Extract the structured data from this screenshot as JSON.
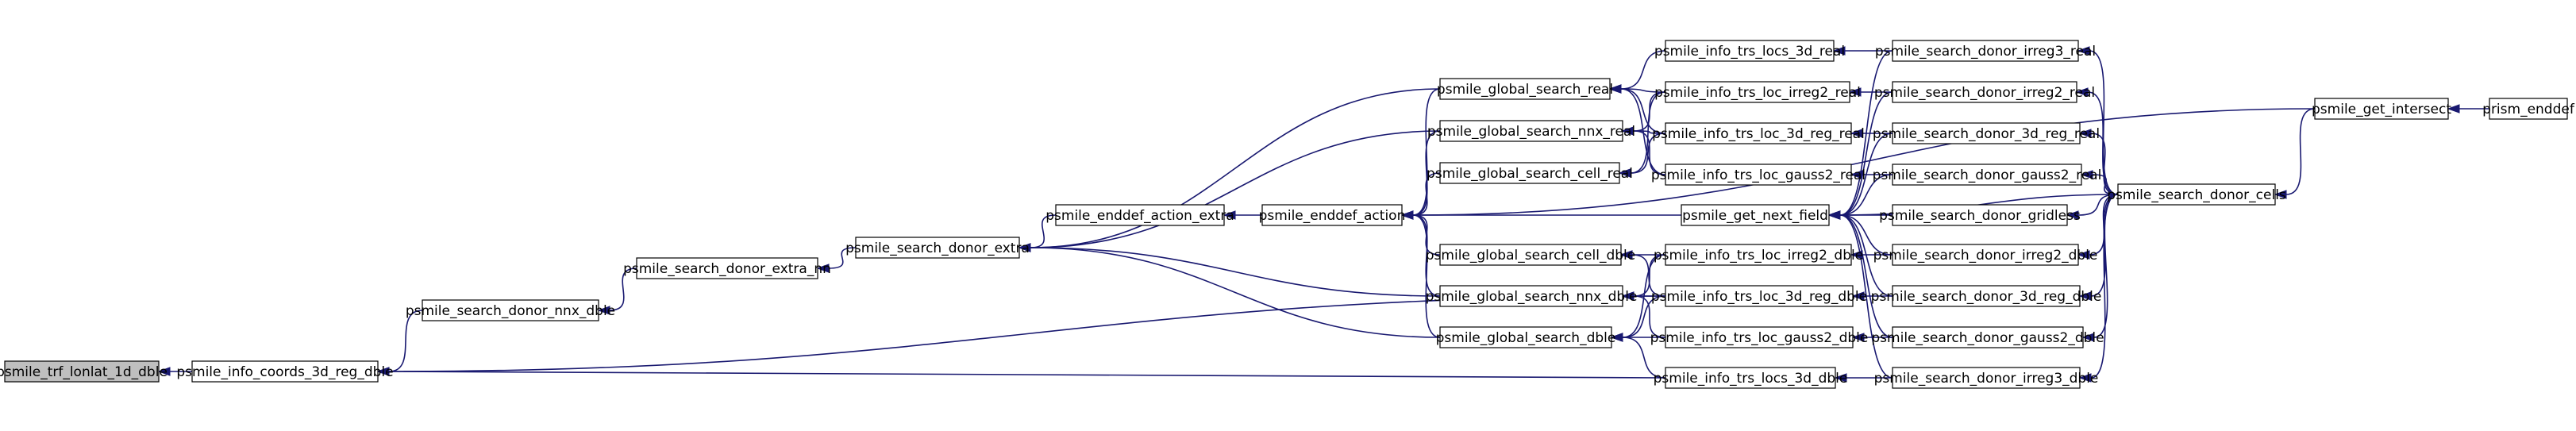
{
  "nodes": [
    {
      "id": "trf",
      "label": "psmile_trf_lonlat_1d_dble",
      "root": true
    },
    {
      "id": "coords",
      "label": "psmile_info_coords_3d_reg_dble"
    },
    {
      "id": "nnx_dble_sd",
      "label": "psmile_search_donor_nnx_dble"
    },
    {
      "id": "extra_nn",
      "label": "psmile_search_donor_extra_nn"
    },
    {
      "id": "extra",
      "label": "psmile_search_donor_extra"
    },
    {
      "id": "enddef_extra",
      "label": "psmile_enddef_action_extra"
    },
    {
      "id": "enddef_action",
      "label": "psmile_enddef_action"
    },
    {
      "id": "gs_real",
      "label": "psmile_global_search_real"
    },
    {
      "id": "gs_nnx_real",
      "label": "psmile_global_search_nnx_real"
    },
    {
      "id": "gs_cell_real",
      "label": "psmile_global_search_cell_real"
    },
    {
      "id": "gs_cell_dble",
      "label": "psmile_global_search_cell_dble"
    },
    {
      "id": "gs_nnx_dble",
      "label": "psmile_global_search_nnx_dble"
    },
    {
      "id": "gs_dble",
      "label": "psmile_global_search_dble"
    },
    {
      "id": "locs3d_real",
      "label": "psmile_info_trs_locs_3d_real"
    },
    {
      "id": "irreg2_real_i",
      "label": "psmile_info_trs_loc_irreg2_real"
    },
    {
      "id": "3dreg_real_i",
      "label": "psmile_info_trs_loc_3d_reg_real"
    },
    {
      "id": "gauss2_real_i",
      "label": "psmile_info_trs_loc_gauss2_real"
    },
    {
      "id": "next_field",
      "label": "psmile_get_next_field"
    },
    {
      "id": "irreg2_dble_i",
      "label": "psmile_info_trs_loc_irreg2_dble"
    },
    {
      "id": "3dreg_dble_i",
      "label": "psmile_info_trs_loc_3d_reg_dble"
    },
    {
      "id": "gauss2_dble_i",
      "label": "psmile_info_trs_loc_gauss2_dble"
    },
    {
      "id": "locs3d_dble",
      "label": "psmile_info_trs_locs_3d_dble"
    },
    {
      "id": "sd_irreg3_real",
      "label": "psmile_search_donor_irreg3_real"
    },
    {
      "id": "sd_irreg2_real",
      "label": "psmile_search_donor_irreg2_real"
    },
    {
      "id": "sd_3dreg_real",
      "label": "psmile_search_donor_3d_reg_real"
    },
    {
      "id": "sd_gauss2_real",
      "label": "psmile_search_donor_gauss2_real"
    },
    {
      "id": "sd_gridless",
      "label": "psmile_search_donor_gridless"
    },
    {
      "id": "sd_irreg2_dble",
      "label": "psmile_search_donor_irreg2_dble"
    },
    {
      "id": "sd_3dreg_dble",
      "label": "psmile_search_donor_3d_reg_dble"
    },
    {
      "id": "sd_gauss2_dble",
      "label": "psmile_search_donor_gauss2_dble"
    },
    {
      "id": "sd_irreg3_dble",
      "label": "psmile_search_donor_irreg3_dble"
    },
    {
      "id": "sd_cells",
      "label": "psmile_search_donor_cells"
    },
    {
      "id": "get_intersect",
      "label": "psmile_get_intersect"
    },
    {
      "id": "prism_enddef",
      "label": "prism_enddef"
    }
  ],
  "edges": [
    [
      "coords",
      "trf"
    ],
    [
      "nnx_dble_sd",
      "coords"
    ],
    [
      "3dreg_dble_i",
      "coords"
    ],
    [
      "locs3d_dble",
      "coords"
    ],
    [
      "extra_nn",
      "nnx_dble_sd"
    ],
    [
      "extra",
      "extra_nn"
    ],
    [
      "enddef_extra",
      "extra"
    ],
    [
      "gs_real",
      "extra"
    ],
    [
      "gs_nnx_real",
      "extra"
    ],
    [
      "gs_nnx_dble",
      "extra"
    ],
    [
      "gs_dble",
      "extra"
    ],
    [
      "enddef_action",
      "enddef_extra"
    ],
    [
      "gs_real",
      "enddef_action"
    ],
    [
      "gs_nnx_real",
      "enddef_action"
    ],
    [
      "gs_cell_real",
      "enddef_action"
    ],
    [
      "gs_cell_dble",
      "enddef_action"
    ],
    [
      "gs_nnx_dble",
      "enddef_action"
    ],
    [
      "gs_dble",
      "enddef_action"
    ],
    [
      "next_field",
      "enddef_action"
    ],
    [
      "get_intersect",
      "enddef_action"
    ],
    [
      "locs3d_real",
      "gs_real"
    ],
    [
      "irreg2_real_i",
      "gs_real"
    ],
    [
      "3dreg_real_i",
      "gs_real"
    ],
    [
      "gauss2_real_i",
      "gs_real"
    ],
    [
      "irreg2_real_i",
      "gs_nnx_real"
    ],
    [
      "3dreg_real_i",
      "gs_nnx_real"
    ],
    [
      "gauss2_real_i",
      "gs_nnx_real"
    ],
    [
      "irreg2_real_i",
      "gs_cell_real"
    ],
    [
      "3dreg_real_i",
      "gs_cell_real"
    ],
    [
      "irreg2_dble_i",
      "gs_cell_dble"
    ],
    [
      "3dreg_dble_i",
      "gs_cell_dble"
    ],
    [
      "irreg2_dble_i",
      "gs_nnx_dble"
    ],
    [
      "3dreg_dble_i",
      "gs_nnx_dble"
    ],
    [
      "gauss2_dble_i",
      "gs_nnx_dble"
    ],
    [
      "irreg2_dble_i",
      "gs_dble"
    ],
    [
      "3dreg_dble_i",
      "gs_dble"
    ],
    [
      "gauss2_dble_i",
      "gs_dble"
    ],
    [
      "locs3d_dble",
      "gs_dble"
    ],
    [
      "sd_irreg3_real",
      "locs3d_real"
    ],
    [
      "sd_irreg2_real",
      "irreg2_real_i"
    ],
    [
      "sd_3dreg_real",
      "3dreg_real_i"
    ],
    [
      "sd_gauss2_real",
      "gauss2_real_i"
    ],
    [
      "sd_irreg2_dble",
      "irreg2_dble_i"
    ],
    [
      "sd_3dreg_dble",
      "3dreg_dble_i"
    ],
    [
      "sd_gauss2_dble",
      "gauss2_dble_i"
    ],
    [
      "sd_irreg3_dble",
      "locs3d_dble"
    ],
    [
      "sd_irreg3_real",
      "next_field"
    ],
    [
      "sd_irreg2_real",
      "next_field"
    ],
    [
      "sd_3dreg_real",
      "next_field"
    ],
    [
      "sd_gauss2_real",
      "next_field"
    ],
    [
      "sd_gridless",
      "next_field"
    ],
    [
      "sd_irreg2_dble",
      "next_field"
    ],
    [
      "sd_3dreg_dble",
      "next_field"
    ],
    [
      "sd_gauss2_dble",
      "next_field"
    ],
    [
      "sd_irreg3_dble",
      "next_field"
    ],
    [
      "sd_cells",
      "next_field"
    ],
    [
      "sd_cells",
      "sd_irreg3_real"
    ],
    [
      "sd_cells",
      "sd_irreg2_real"
    ],
    [
      "sd_cells",
      "sd_3dreg_real"
    ],
    [
      "sd_cells",
      "sd_gauss2_real"
    ],
    [
      "sd_cells",
      "sd_gridless"
    ],
    [
      "sd_cells",
      "sd_irreg2_dble"
    ],
    [
      "sd_cells",
      "sd_3dreg_dble"
    ],
    [
      "sd_cells",
      "sd_gauss2_dble"
    ],
    [
      "sd_cells",
      "sd_irreg3_dble"
    ],
    [
      "get_intersect",
      "sd_cells"
    ],
    [
      "prism_enddef",
      "get_intersect"
    ]
  ],
  "colors": {
    "edge": "#191970",
    "root_fill": "#bfbfbf",
    "node_fill": "#ffffff",
    "node_border": "#000000"
  }
}
